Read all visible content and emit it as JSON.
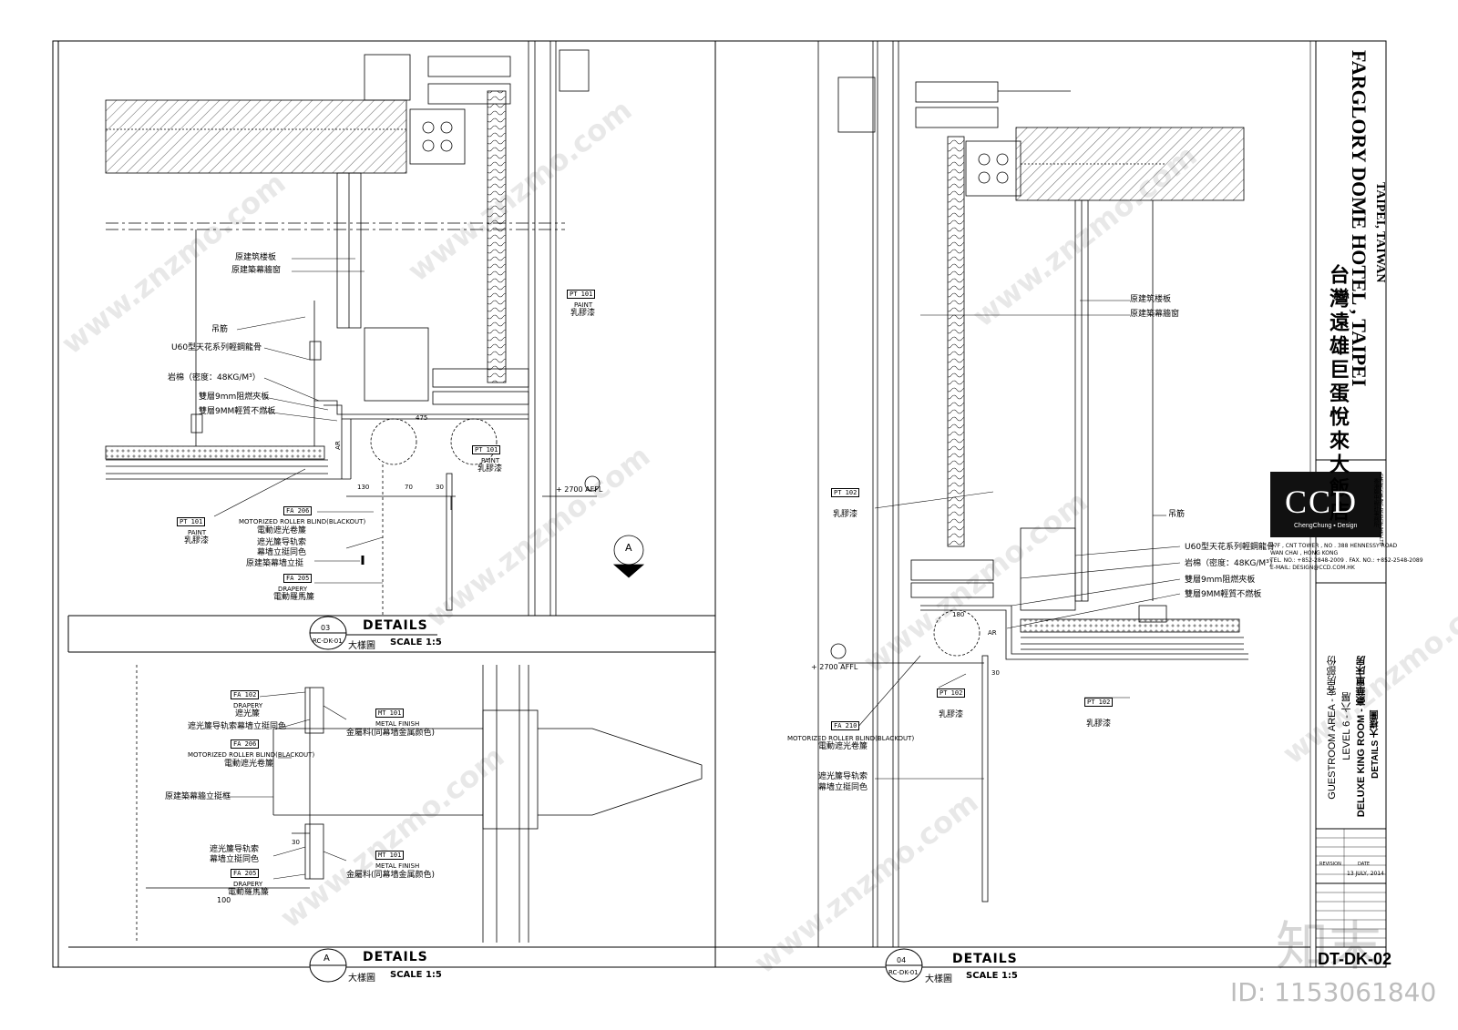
{
  "sheet_number": "DT-DK-02",
  "id_stamp": "ID: 1153061840",
  "wm_logo": "知末",
  "wm_url": "www.znzmo.com",
  "hotel": {
    "name_zh": "台灣遠雄巨蛋悅來大飯店",
    "name_en": "FARGLORY DOME HOTEL , TAIPEI",
    "city": "TAIPEI, TAIWAN"
  },
  "firm": {
    "logo": "CCD",
    "logo_sub": "ChengChung ▪ Design",
    "name_zh": "香港鄭中設計事務所",
    "name_en": "CHENGCHUNG DESIGN (HK) LTD.",
    "addr1": "27F , CNT TOWER , NO . 388 HENNESSY ROAD",
    "addr2": "WAN CHAI , HONG KONG",
    "addr3": "TEL. NO.: +852-2848-2009 . FAX. NO.: +852-2548-2089",
    "addr4": "E-MAIL: DESIGN@CCD.COM.HK"
  },
  "drawing_info": {
    "area": "GUESTROOM AREA - 客房部份",
    "level": "LEVEL 6 - 六層",
    "room": "DELUXE KING ROOM - 豪華單床房",
    "type": "DETAILS    大樣圖",
    "date": "13 JULY, 2014",
    "rev_label": "REVISION",
    "date_label": "DATE"
  },
  "detail_03": {
    "num": "03",
    "ref": "RC-DK-01",
    "title": "DETAILS",
    "zh": "大樣圖",
    "scale": "SCALE 1:5"
  },
  "detail_a": {
    "num": "A",
    "ref": "",
    "title": "DETAILS",
    "zh": "大樣圖",
    "scale": "SCALE 1:5"
  },
  "detail_04": {
    "num": "04",
    "ref": "RC-DK-01",
    "title": "DETAILS",
    "zh": "大樣圖",
    "scale": "SCALE 1:5"
  },
  "labels": {
    "slab": "原建筑楼板",
    "curtain": "原建築幕牆窗",
    "hanger": "吊筋",
    "keel": "U60型天花系列輕鋼龍骨",
    "rockwool": "岩棉（密度：48KG/M³）",
    "board1": "雙層9mm阻燃夾板",
    "board2": "雙層9MM輕質不燃板",
    "paint": "PAINT",
    "paint_zh": "乳膠漆",
    "pt101": "PT 101",
    "pt102": "PT 102",
    "fa206": "FA 206",
    "fa205": "FA 205",
    "fa102": "FA 102",
    "fa210": "FA 210",
    "mt101": "MT 101",
    "blind": "MOTORIZED ROLLER BLIND(BLACKOUT)",
    "blind_zh": "電動遮光卷簾",
    "track": "遮光簾导轨索",
    "track2": "幕墙立挺同色",
    "mullion": "原建築幕墙立挺",
    "mullion_frame": "原建築幕牆立挺框",
    "drapery": "DRAPERY",
    "drapery_zh": "電動羅馬簾",
    "sheer_zh": "遮光簾",
    "track_combo": "遮光簾导轨索幕墙立挺同色",
    "metal": "METAL FINISH",
    "metal_zh": "金屬料(同幕墙金属颜色)",
    "affl": "+ 2700 AFFL",
    "ar": "AR",
    "sec_a": "A"
  },
  "dims": {
    "d475": "475",
    "d130": "130",
    "d70": "70",
    "d30": "30",
    "d180": "180",
    "d100": "100"
  }
}
